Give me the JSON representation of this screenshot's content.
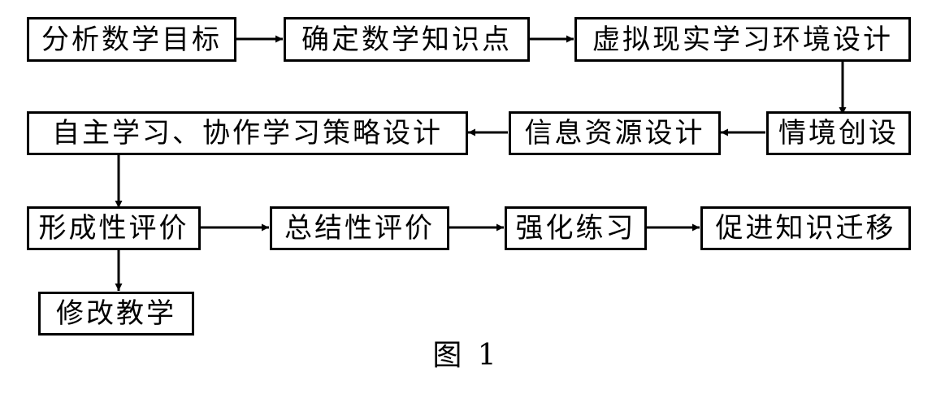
{
  "diagram": {
    "nodes": {
      "analyze_goals": "分析数学目标",
      "determine_points": "确定数学知识点",
      "vr_design": "虚拟现实学习环境设计",
      "situation": "情境创设",
      "info_resources": "信息资源设计",
      "strategy_design": "自主学习、协作学习策略设计",
      "formative_eval": "形成性评价",
      "summative_eval": "总结性评价",
      "practice": "强化练习",
      "transfer": "促进知识迁移",
      "revise_teaching": "修改教学"
    },
    "caption": "图 1"
  }
}
